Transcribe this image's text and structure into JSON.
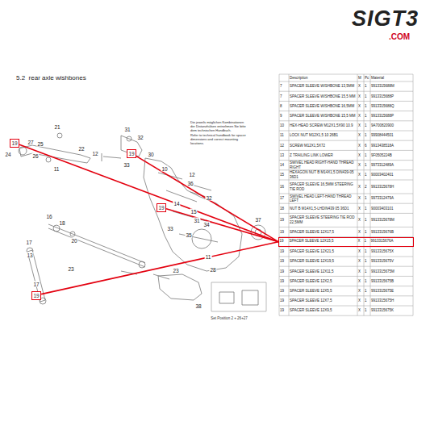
{
  "diagram": {
    "title": "5.2  rear axle wishbones",
    "nodes": [
      {
        "text": [
          "19"
        ]
      },
      {
        "text": [
          "19"
        ]
      },
      {
        "text": [
          "19"
        ]
      },
      {
        "text": [
          "19"
        ]
      },
      {
        "text": [
          "19",
          "SPACER SLEEVE 12X15,5",
          "X",
          "1",
          "9913315676A"
        ]
      }
    ],
    "edges": [
      {
        "from": 0,
        "to": 4,
        "arrow": "none"
      },
      {
        "from": 1,
        "to": 4,
        "arrow": "none"
      },
      {
        "from": 2,
        "to": 4,
        "arrow": "none"
      },
      {
        "from": 3,
        "to": 4,
        "arrow": "none"
      }
    ],
    "labels": [
      "SIGT3",
      ".COM",
      "Die jeweils möglichen Kombinationen der Distanzhülsen entnehmen Sie bitte dem technischen Handbuch.",
      "Refer to technical handbook for spacer dimensions and correct mounting locations.",
      "Description",
      "M",
      "Pc",
      "Material",
      "7",
      "SPACER SLEEVE WISHBONE 13,5MM",
      "X",
      "1",
      "9913315688M",
      "7",
      "SPACER SLEEVE WISHBONE 15,5 MM",
      "X",
      "1",
      "9913315688P",
      "8",
      "SPACER SLEEVE WISHBONE 16,5MM",
      "X",
      "1",
      "9913315688Q",
      "9",
      "SPACER SLEEVE WISHBONE 15,5 MM",
      "X",
      "1",
      "9913315688P",
      "10",
      "HEX-HEAD SCREW M12X1,5X90 10.9",
      "X",
      "1",
      "9A700820900",
      "11",
      "LOCK NUT M12X1,5 10 26B1",
      "X",
      "1",
      "99908444501",
      "12",
      "SCREW M12X1,5X72",
      "X",
      "6",
      "9913438518A",
      "13",
      "Z TRAILING LINK LOWER",
      "X",
      "1",
      "9F0505224B",
      "14",
      "SWIVEL HEAD RIGHT-HAND THREAD RIGHT",
      "X",
      "1",
      "9973312489A",
      "15",
      "HEXAGON NUT B M14X1,5 DIN439-05 36D1",
      "X",
      "1",
      "90003402401",
      "16",
      "SPACER SLEEVE 16,5MM STEERING TIE ROD",
      "X",
      "2",
      "9913315678H",
      "17",
      "SWIVEL HEAD LEFT-HAND THREAD LEFT",
      "X",
      "1",
      "9973312479A",
      "18",
      "NUT B M14X1,5-LHDIN439 05 36D1",
      "X",
      "1",
      "90003403101",
      "19",
      "SPACER SLEEVE STEERING TIE ROD 22,5MM",
      "X",
      "1",
      "9913315678M",
      "19",
      "SPACER SLEEVE 12X17,5",
      "X",
      "1",
      "9913315676B",
      "19",
      "SPACER SLEEVE 12X21,5",
      "X",
      "1",
      "9913315675X",
      "19",
      "SPACER SLEEVE 12X19,5",
      "X",
      "1",
      "9913315675V",
      "19",
      "SPACER SLEEVE 12X11,5",
      "X",
      "1",
      "9913315675M",
      "19",
      "SPACER SLEEVE 12X2,5",
      "X",
      "1",
      "9913315675B",
      "19",
      "SPACER SLEEVE 12X5,5",
      "X",
      "1",
      "9913315675E",
      "19",
      "SPACER SLEEVE 12X7,5",
      "X",
      "1",
      "9913315675H",
      "19",
      "SPACER SLEEVE 12X9,5",
      "X",
      "1",
      "9913315675K",
      "21",
      "27",
      "25",
      "24",
      "26",
      "11",
      "22",
      "12",
      "31",
      "32",
      "33",
      "30",
      "10",
      "12",
      "36",
      "32",
      "14",
      "15",
      "31",
      "34",
      "35",
      "33",
      "16",
      "18",
      "20",
      "17",
      "13",
      "23",
      "37",
      "23",
      "11",
      "28",
      "17",
      "38",
      "Set Position 2 + 26+27"
    ]
  }
}
